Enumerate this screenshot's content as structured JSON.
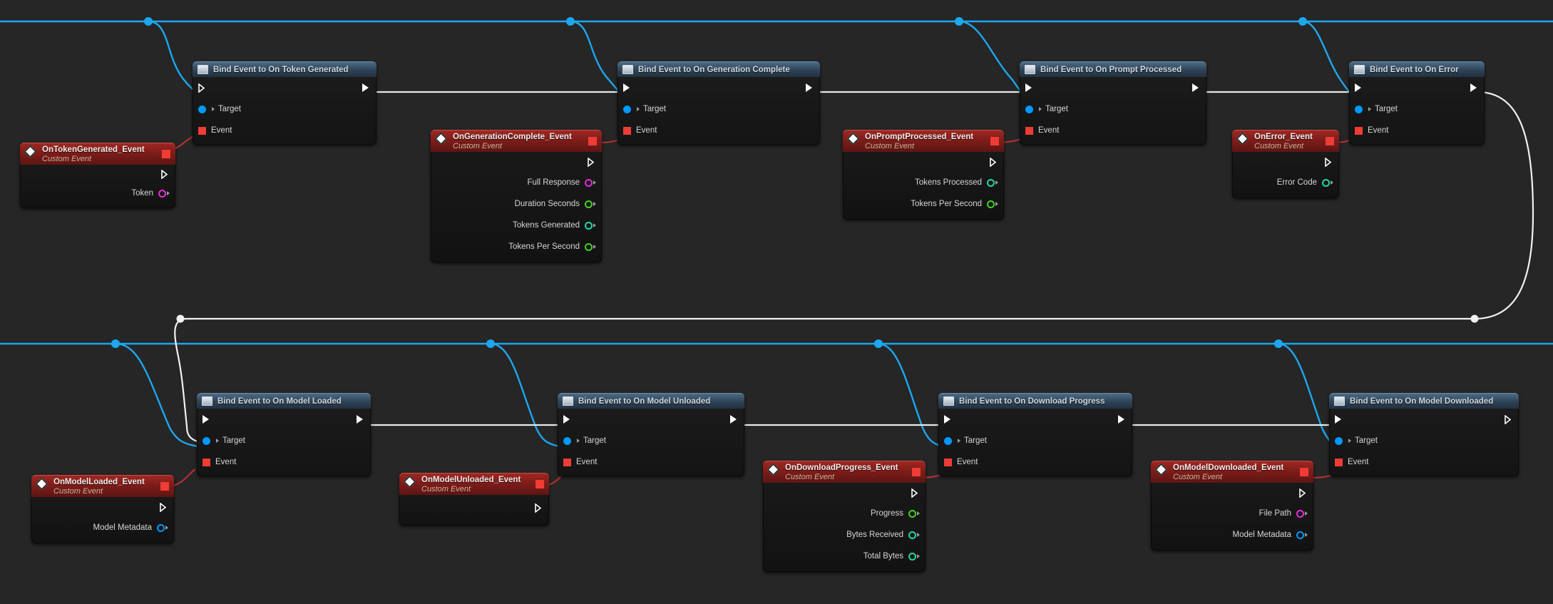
{
  "app": {
    "name": "Unreal Engine Blueprint Event Graph",
    "background_color": "#262626"
  },
  "pin_colors": {
    "exec": "#ffffff",
    "object": "#0099ff",
    "delegate": "#ef3c35",
    "string": "#e52cd8",
    "float": "#3fd41f",
    "integer": "#1fd9a8",
    "wire_exec": "#e8e8e8",
    "wire_object": "#1da7ef",
    "wire_delegate": "#b03030"
  },
  "labels": {
    "custom_event_subtitle": "Custom Event",
    "target": "Target",
    "event": "Event"
  },
  "nodes": [
    {
      "id": "on-token-generated-event",
      "kind": "event",
      "title": "OnTokenGenerated_Event",
      "subtitle": "Custom Event",
      "outputs": [
        {
          "label": "Token",
          "type": "string"
        }
      ]
    },
    {
      "id": "bind-on-token-generated",
      "kind": "bind",
      "title": "Bind Event to On Token Generated",
      "inputs": [
        {
          "label": "Target",
          "type": "object"
        },
        {
          "label": "Event",
          "type": "delegate"
        }
      ]
    },
    {
      "id": "on-generation-complete-event",
      "kind": "event",
      "title": "OnGenerationComplete_Event",
      "subtitle": "Custom Event",
      "outputs": [
        {
          "label": "Full Response",
          "type": "string"
        },
        {
          "label": "Duration Seconds",
          "type": "float"
        },
        {
          "label": "Tokens Generated",
          "type": "integer"
        },
        {
          "label": "Tokens Per Second",
          "type": "float"
        }
      ]
    },
    {
      "id": "bind-on-generation-complete",
      "kind": "bind",
      "title": "Bind Event to On Generation Complete",
      "inputs": [
        {
          "label": "Target",
          "type": "object"
        },
        {
          "label": "Event",
          "type": "delegate"
        }
      ]
    },
    {
      "id": "on-prompt-processed-event",
      "kind": "event",
      "title": "OnPromptProcessed_Event",
      "subtitle": "Custom Event",
      "outputs": [
        {
          "label": "Tokens Processed",
          "type": "integer"
        },
        {
          "label": "Tokens Per Second",
          "type": "float"
        }
      ]
    },
    {
      "id": "bind-on-prompt-processed",
      "kind": "bind",
      "title": "Bind Event to On Prompt Processed",
      "inputs": [
        {
          "label": "Target",
          "type": "object"
        },
        {
          "label": "Event",
          "type": "delegate"
        }
      ]
    },
    {
      "id": "on-error-event",
      "kind": "event",
      "title": "OnError_Event",
      "subtitle": "Custom Event",
      "outputs": [
        {
          "label": "Error Code",
          "type": "integer"
        }
      ]
    },
    {
      "id": "bind-on-error",
      "kind": "bind",
      "title": "Bind Event to On Error",
      "inputs": [
        {
          "label": "Target",
          "type": "object"
        },
        {
          "label": "Event",
          "type": "delegate"
        }
      ]
    },
    {
      "id": "on-model-loaded-event",
      "kind": "event",
      "title": "OnModelLoaded_Event",
      "subtitle": "Custom Event",
      "outputs": [
        {
          "label": "Model Metadata",
          "type": "object"
        }
      ]
    },
    {
      "id": "bind-on-model-loaded",
      "kind": "bind",
      "title": "Bind Event to On Model Loaded",
      "inputs": [
        {
          "label": "Target",
          "type": "object"
        },
        {
          "label": "Event",
          "type": "delegate"
        }
      ]
    },
    {
      "id": "on-model-unloaded-event",
      "kind": "event",
      "title": "OnModelUnloaded_Event",
      "subtitle": "Custom Event",
      "outputs": []
    },
    {
      "id": "bind-on-model-unloaded",
      "kind": "bind",
      "title": "Bind Event to On Model Unloaded",
      "inputs": [
        {
          "label": "Target",
          "type": "object"
        },
        {
          "label": "Event",
          "type": "delegate"
        }
      ]
    },
    {
      "id": "on-download-progress-event",
      "kind": "event",
      "title": "OnDownloadProgress_Event",
      "subtitle": "Custom Event",
      "outputs": [
        {
          "label": "Progress",
          "type": "float"
        },
        {
          "label": "Bytes Received",
          "type": "integer"
        },
        {
          "label": "Total Bytes",
          "type": "integer"
        }
      ]
    },
    {
      "id": "bind-on-download-progress",
      "kind": "bind",
      "title": "Bind Event to On Download Progress",
      "inputs": [
        {
          "label": "Target",
          "type": "object"
        },
        {
          "label": "Event",
          "type": "delegate"
        }
      ]
    },
    {
      "id": "on-model-downloaded-event",
      "kind": "event",
      "title": "OnModelDownloaded_Event",
      "subtitle": "Custom Event",
      "outputs": [
        {
          "label": "File Path",
          "type": "string"
        },
        {
          "label": "Model Metadata",
          "type": "object"
        }
      ]
    },
    {
      "id": "bind-on-model-downloaded",
      "kind": "bind",
      "title": "Bind Event to On Model Downloaded",
      "inputs": [
        {
          "label": "Target",
          "type": "object"
        },
        {
          "label": "Event",
          "type": "delegate"
        }
      ]
    }
  ]
}
